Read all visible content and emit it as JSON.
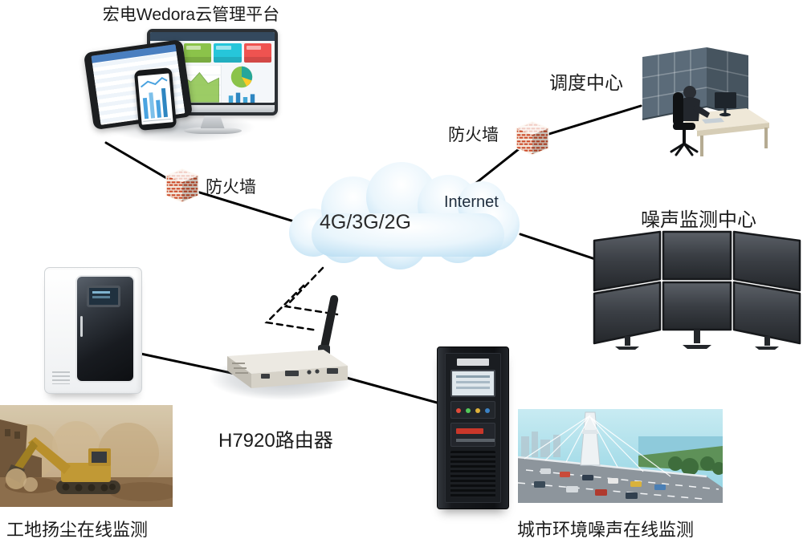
{
  "diagram": {
    "nodes": {
      "platform": {
        "label": "宏电Wedora云管理平台"
      },
      "dispatch_center": {
        "label": "调度中心"
      },
      "firewall_left": {
        "label": "防火墙"
      },
      "firewall_right": {
        "label": "防火墙"
      },
      "cloud": {
        "network": "4G/3G/2G",
        "internet": "Internet"
      },
      "noise_center": {
        "label": "噪声监测中心"
      },
      "router": {
        "label": "H7920路由器"
      },
      "dust_monitoring": {
        "label": "工地扬尘在线监测"
      },
      "city_noise_monitoring": {
        "label": "城市环境噪声在线监测"
      }
    },
    "colors": {
      "connector_line": "#000000",
      "cloud_fill": "#cfe8f7",
      "firewall_brick": "#cc4a28"
    }
  }
}
